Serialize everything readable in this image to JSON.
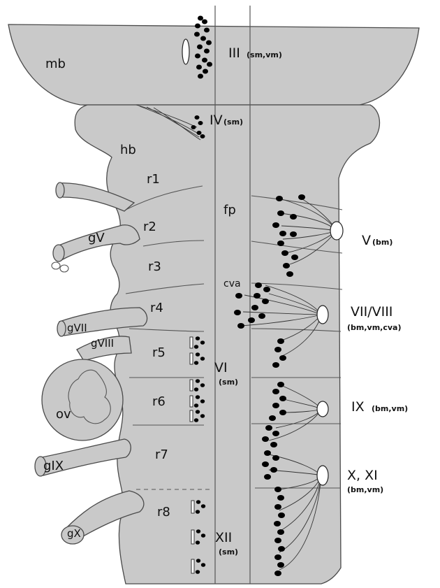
{
  "labels": {
    "mb": "mb",
    "hb": "hb",
    "fp": "fp",
    "cva": "cva",
    "ov": "ov",
    "r1": "r1",
    "r2": "r2",
    "r3": "r3",
    "r4": "r4",
    "r5": "r5",
    "r6": "r6",
    "r7": "r7",
    "r8": "r8",
    "gV": "gV",
    "gVII": "gVII",
    "gVIII": "gVIII",
    "gIX": "gIX",
    "gX": "gX"
  },
  "nuclei": {
    "III": {
      "name": "III",
      "sub": "(sm,vm)"
    },
    "IV": {
      "name": "IV",
      "sub": "(sm)"
    },
    "V": {
      "name": "V",
      "sub": "(bm)"
    },
    "VIIVIII": {
      "name": "VII/VIII",
      "sub": "(bm,vm,cva)"
    },
    "VI": {
      "name": "VI",
      "sub": "(sm)"
    },
    "IX": {
      "name": "IX",
      "sub": "(bm,vm)"
    },
    "XXI": {
      "name": "X, XI",
      "sub": "(bm,vm)"
    },
    "XII": {
      "name": "XII",
      "sub": "(sm)"
    }
  },
  "colors": {
    "tissue": "#c9c9c9",
    "outline": "#4a4a4a",
    "neuron": "#000000",
    "exit_point": "#ffffff"
  }
}
